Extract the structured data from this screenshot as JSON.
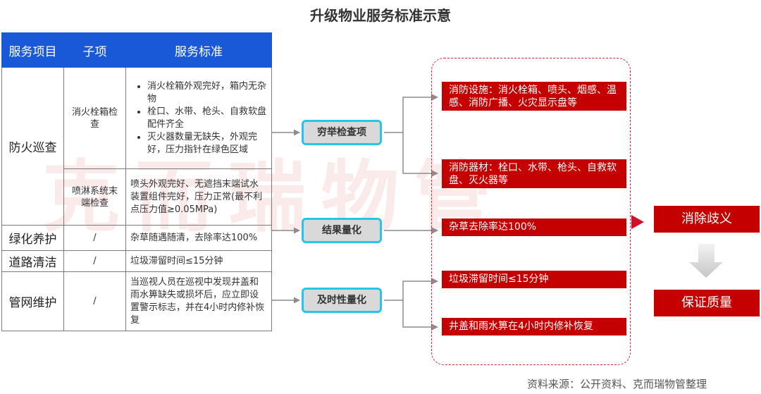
{
  "title": "升级物业服务标准示意",
  "watermark": "克而瑞物管",
  "table": {
    "headers": [
      "服务项目",
      "子项",
      "服务标准"
    ],
    "fire": {
      "item": "防火巡查",
      "hydrant": {
        "sub": "消火栓箱检查",
        "bullets": [
          "消火栓箱外观完好，箱内无杂物",
          "栓口、水带、枪头、自救软盘配件齐全",
          "灭火器数量无缺失，外观完好，压力指针在绿色区域"
        ]
      },
      "sprinkler": {
        "sub": "喷淋系统末端检查",
        "standard": "喷头外观完好、无遮挡末端试水装置组件完好，压力正常(最不利点压力值≥0.05MPa)"
      }
    },
    "rows": [
      {
        "item": "绿化养护",
        "sub": "/",
        "standard": "杂草随遇随清，去除率达100%"
      },
      {
        "item": "道路清洁",
        "sub": "/",
        "standard": "垃圾滞留时间≤15分钟"
      },
      {
        "item": "管网维护",
        "sub": "/",
        "standard": "当巡视人员在巡视中发现井盖和雨水箅缺失或损坏后，应立即设置警示标志，并在4小时内修补恢复"
      }
    ]
  },
  "methods": [
    "穷举检查项",
    "结果量化",
    "及时性量化"
  ],
  "outputs": [
    "消防设施：消火栓箱、喷头、烟感、温感、消防广播、火灾显示盘等",
    "消防器材：栓口、水带、枪头、自救软盘、灭火器等",
    "杂草去除率达100%",
    "垃圾滞留时间≤15分钟",
    "井盖和雨水箅在4小时内修补恢复"
  ],
  "results": [
    "消除歧义",
    "保证质量"
  ],
  "source": "资料来源：公开资料、克而瑞物管整理",
  "colors": {
    "header_blue": "#1958d6",
    "red": "#c40000",
    "pill_border": "#26c6ea",
    "arrow_gray": "#8c8c8c"
  }
}
